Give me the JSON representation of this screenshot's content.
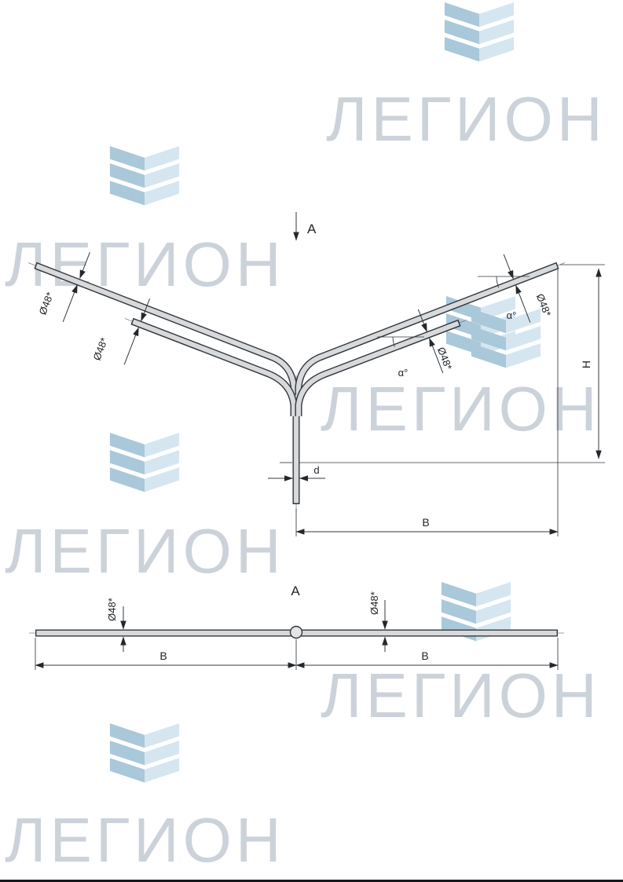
{
  "colors": {
    "line": "#33373c",
    "tube-fill": "#d7d9db",
    "watermark-text": "#ccd2d9",
    "chevron-dark": "#a9c8da",
    "chevron-light": "#d5e6f0"
  },
  "watermarks": {
    "text": "ЛЕГИОН"
  },
  "front_view": {
    "view_label": "A",
    "dims": {
      "dia_left_main": "Ø48*",
      "dia_left_aux": "Ø48*",
      "dia_right_main": "Ø48*",
      "dia_right_aux": "Ø48*",
      "angle_right_main": "α°",
      "angle_right_aux": "α°",
      "height": "H",
      "stem_diameter": "d",
      "reach": "B"
    }
  },
  "top_view": {
    "view_label": "A",
    "dims": {
      "dia_left": "Ø48*",
      "dia_right": "Ø48*",
      "reach_left": "B",
      "reach_right": "B"
    }
  }
}
